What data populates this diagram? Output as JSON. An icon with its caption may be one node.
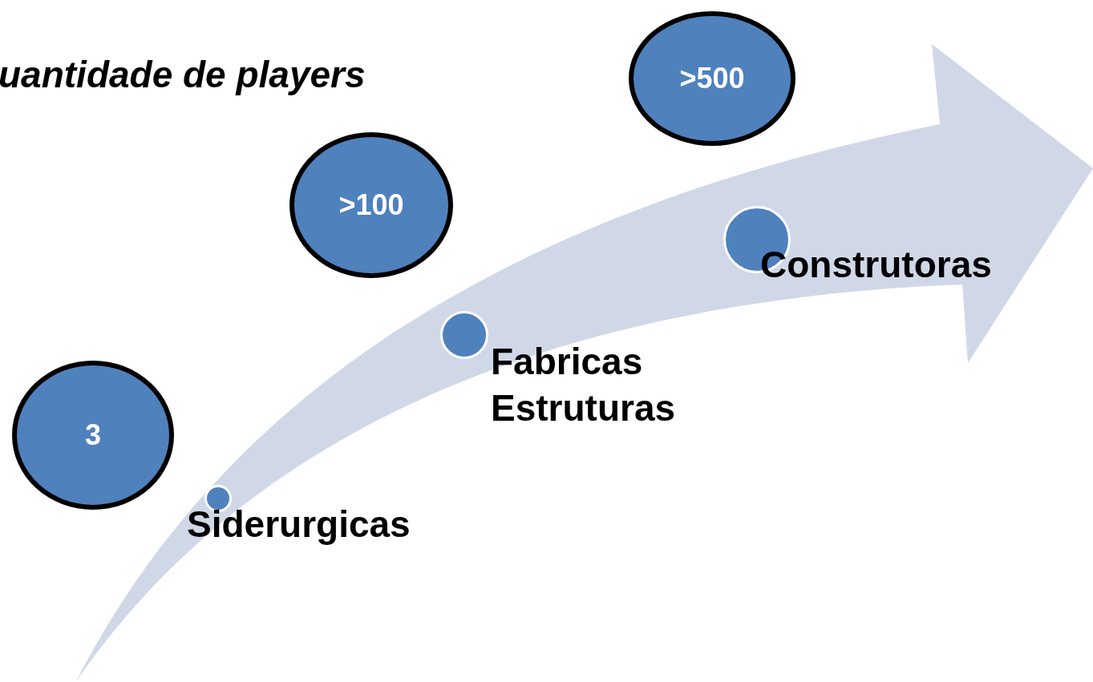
{
  "diagram": {
    "title": "uantidade de players",
    "nodes": [
      {
        "text": [
          "3"
        ]
      },
      {
        "text": [
          ">100"
        ]
      },
      {
        "text": [
          ">500"
        ]
      },
      {
        "text": [],
        "shape": "circle",
        "beside": [
          "Siderurgicas"
        ]
      },
      {
        "text": [],
        "shape": "circle",
        "beside": [
          "Fabricas Estruturas"
        ]
      },
      {
        "text": [],
        "shape": "circle",
        "beside": [
          "Construtoras"
        ]
      }
    ]
  }
}
